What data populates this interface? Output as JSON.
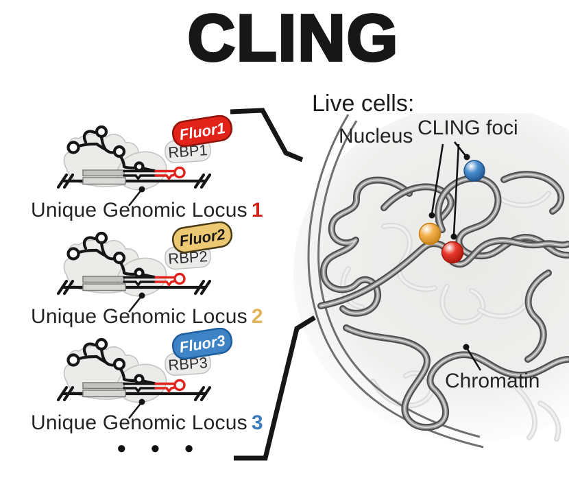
{
  "title": "CLING",
  "live_cells_label": "Live cells:",
  "ellipsis": "● ● ●",
  "cell": {
    "nucleus_label": "Nucleus",
    "foci_label": "CLING foci",
    "chromatin_label": "Chromatin",
    "foci": [
      {
        "id": "blue-focus",
        "color": "#4a8fd0",
        "color_dark": "#1d4f88"
      },
      {
        "id": "orange-focus",
        "color": "#f4b14f",
        "color_dark": "#c47e12"
      },
      {
        "id": "red-focus",
        "color": "#ea3a2e",
        "color_dark": "#a31408"
      }
    ]
  },
  "loci": [
    {
      "label_prefix": "Unique Genomic Locus",
      "number": "1",
      "number_color": "#cf2318",
      "rbp_label": "RBP1",
      "fluor_label": "Fluor1",
      "fluor_fill": "#e2231a",
      "fluor_stroke": "#901309",
      "fluor_text_color": "#ffffff"
    },
    {
      "label_prefix": "Unique Genomic Locus",
      "number": "2",
      "number_color": "#e2b45a",
      "rbp_label": "RBP2",
      "fluor_label": "Fluor2",
      "fluor_fill": "#ecc873",
      "fluor_stroke": "#473a14",
      "fluor_text_color": "#1b1b1b"
    },
    {
      "label_prefix": "Unique Genomic Locus",
      "number": "3",
      "number_color": "#3c7dbf",
      "rbp_label": "RBP3",
      "fluor_label": "Fluor3",
      "fluor_fill": "#3d83c6",
      "fluor_stroke": "#1d5d9b",
      "fluor_text_color": "#ffffff"
    }
  ]
}
